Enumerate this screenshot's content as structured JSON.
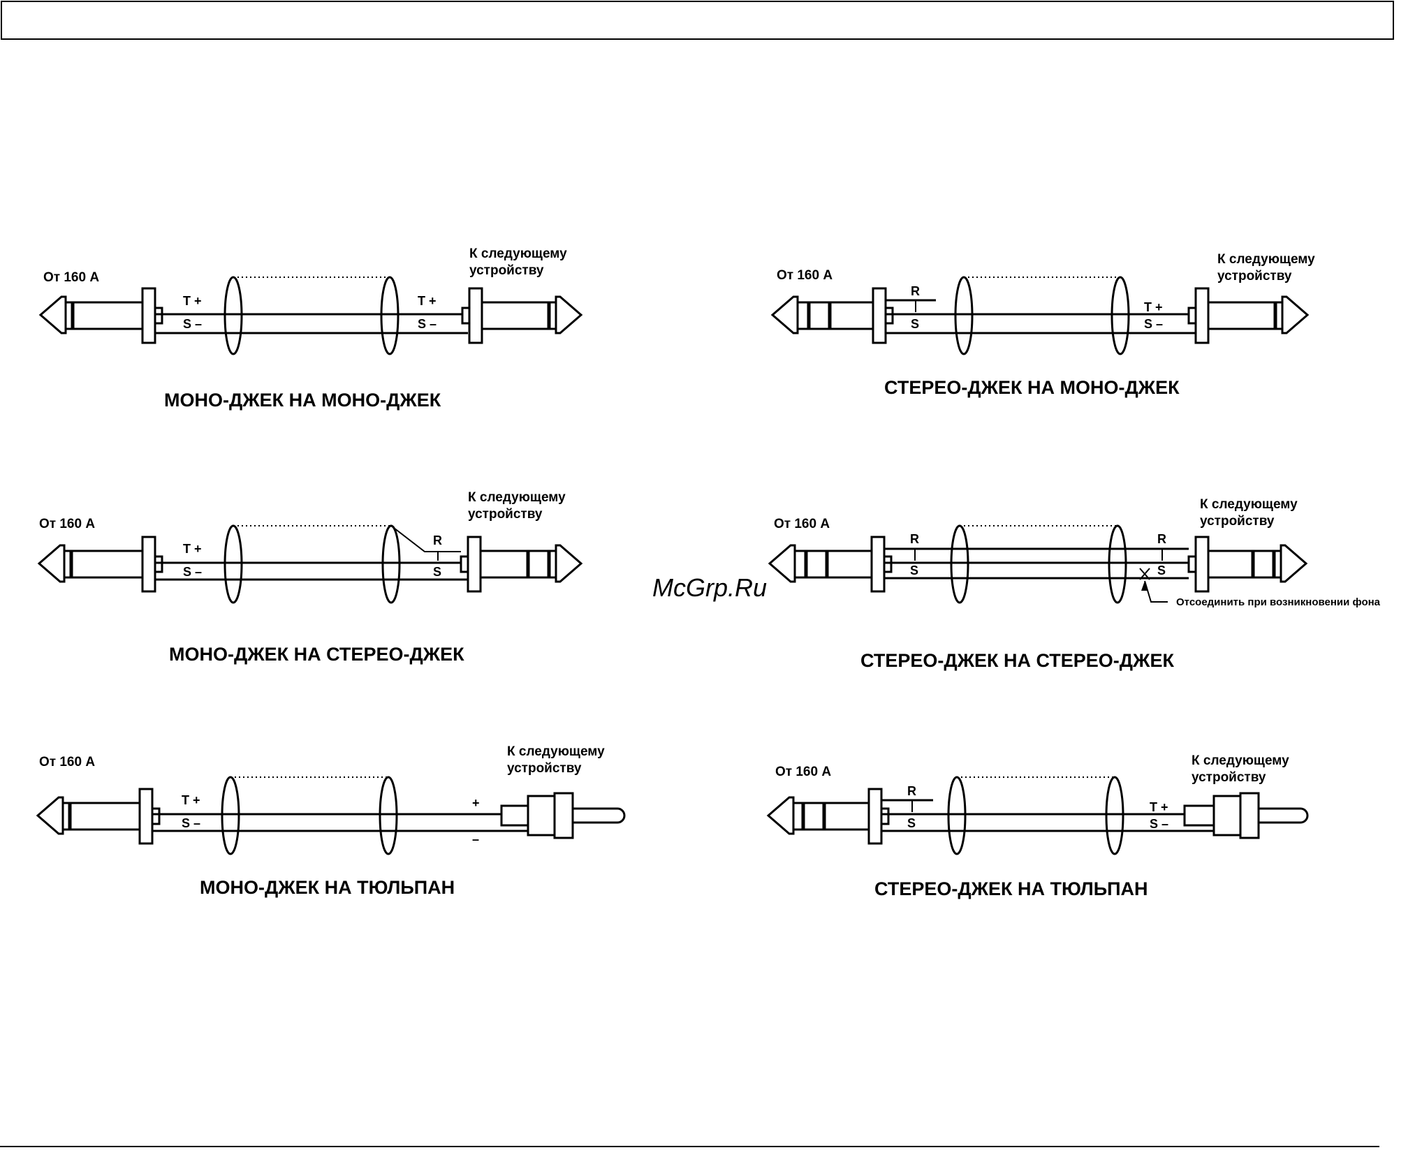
{
  "header_box": "",
  "watermark": "McGrp.Ru",
  "diagrams": [
    {
      "id": "mono-mono",
      "from": "От 160 A",
      "to_line1": "К следующему",
      "to_line2": "устройству",
      "title": "МОНО-ДЖЕК  НА МОНО-ДЖЕК",
      "left_t": "T +",
      "left_s": "S –",
      "right_t": "T +",
      "right_s": "S –"
    },
    {
      "id": "stereo-mono",
      "from": "От 160 A",
      "to_line1": "К следующему",
      "to_line2": "устройству",
      "title": "СТЕРЕО-ДЖЕК НА МОНО-ДЖЕК",
      "left_r": "R",
      "left_s": "S",
      "right_t": "T +",
      "right_s": "S –"
    },
    {
      "id": "mono-stereo",
      "from": "От 160 A",
      "to_line1": "К следующему",
      "to_line2": "устройству",
      "title": "МОНО-ДЖЕК   НА  СТЕРЕО-ДЖЕК",
      "left_t": "T +",
      "left_s": "S –",
      "right_r": "R",
      "right_s": "S"
    },
    {
      "id": "stereo-stereo",
      "from": "От 160 A",
      "to_line1": "К следующему",
      "to_line2": "устройству",
      "title": "СТЕРЕО-ДЖЕК    НА  СТЕРЕО-ДЖЕК",
      "left_r": "R",
      "left_s": "S",
      "right_r": "R",
      "right_s": "S",
      "note": "Отсоединить при возникновении фона"
    },
    {
      "id": "mono-rca",
      "from": "От 160 A",
      "to_line1": "К следующему",
      "to_line2": "устройству",
      "title": "МОНО-ДЖЕК   НА   ТЮЛЬПАН",
      "left_t": "T +",
      "left_s": "S –",
      "rca_plus": "+",
      "rca_minus": "–"
    },
    {
      "id": "stereo-rca",
      "from": "От 160 A",
      "to_line1": "К следующему",
      "to_line2": "устройству",
      "title": "СТЕРЕО-ДЖЕК    НА    ТЮЛЬПАН",
      "left_r": "R",
      "left_s": "S",
      "right_t": "T +",
      "right_s": "S –"
    }
  ]
}
